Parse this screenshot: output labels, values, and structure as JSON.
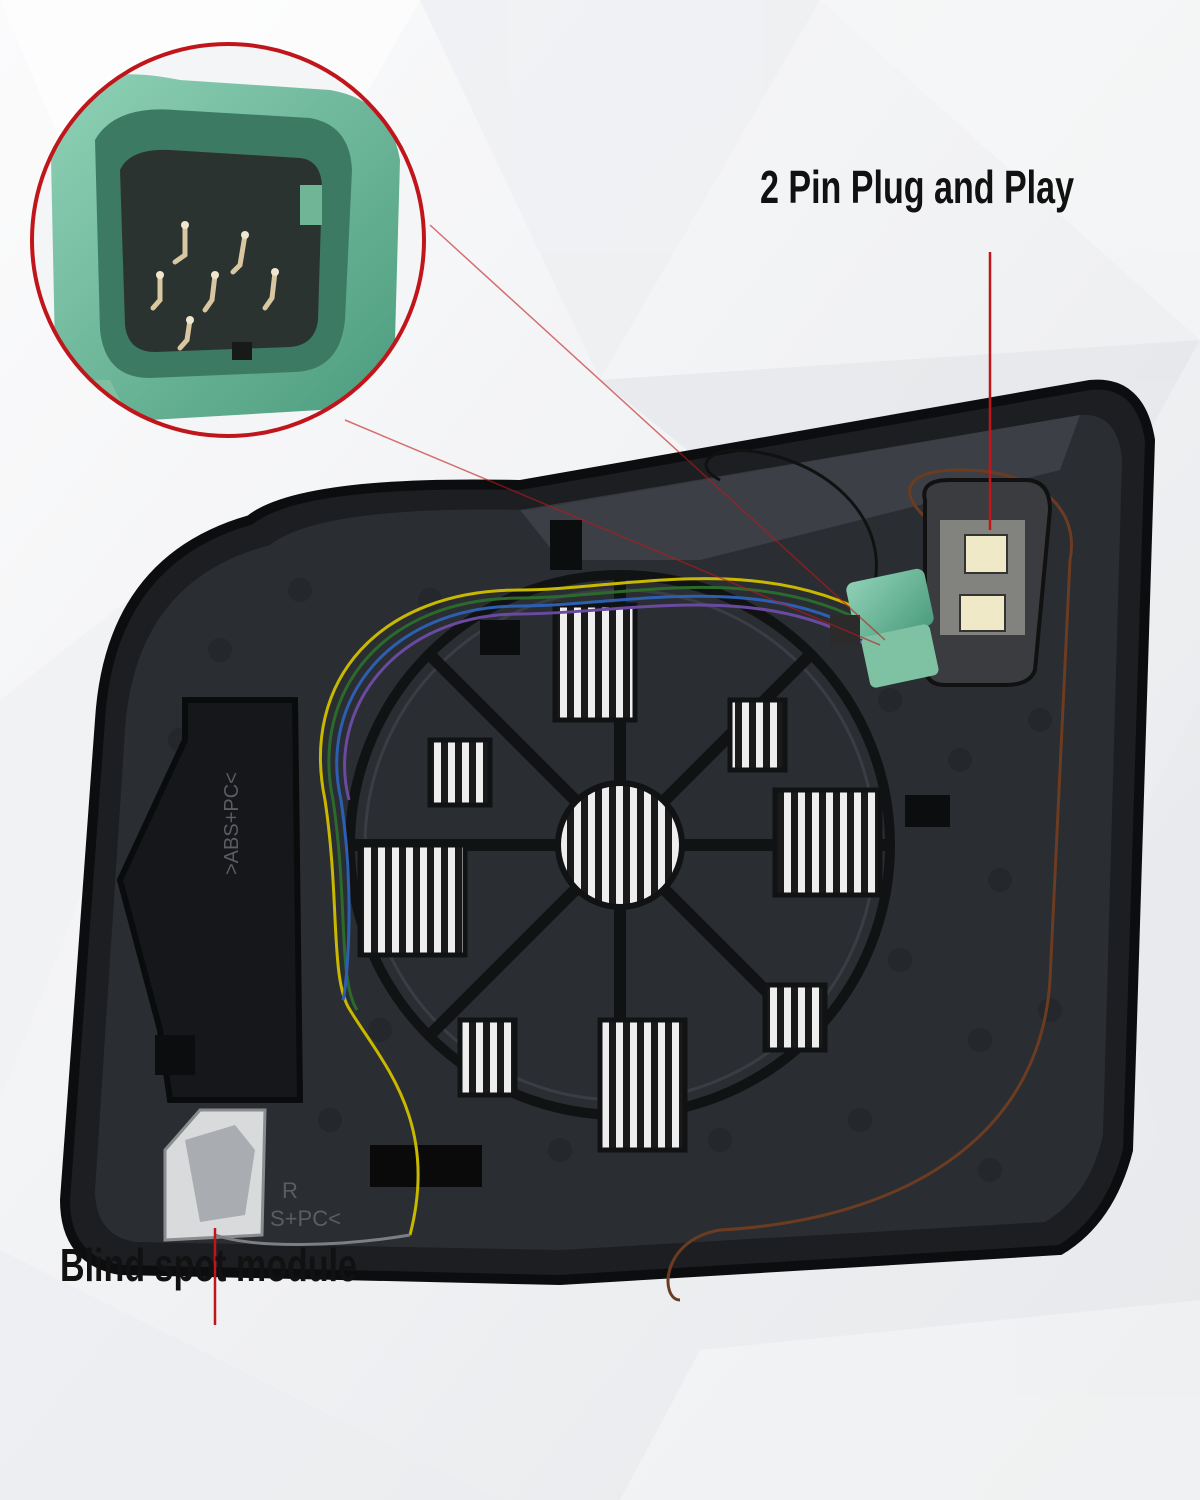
{
  "image": {
    "background_color": "#f1f2f4",
    "plate_color": "#1c1e21",
    "connector_color": "#6bb89a",
    "callout_line_color": "#c0161b"
  },
  "callouts": {
    "plug_and_play": "2 Pin Plug and Play",
    "blind_spot": "Blind spot module"
  },
  "embossed_marks": {
    "abs_pc_side": ">ABS+PC<",
    "abs_pc_bottom": "S+PC<",
    "side_letter": "R"
  }
}
